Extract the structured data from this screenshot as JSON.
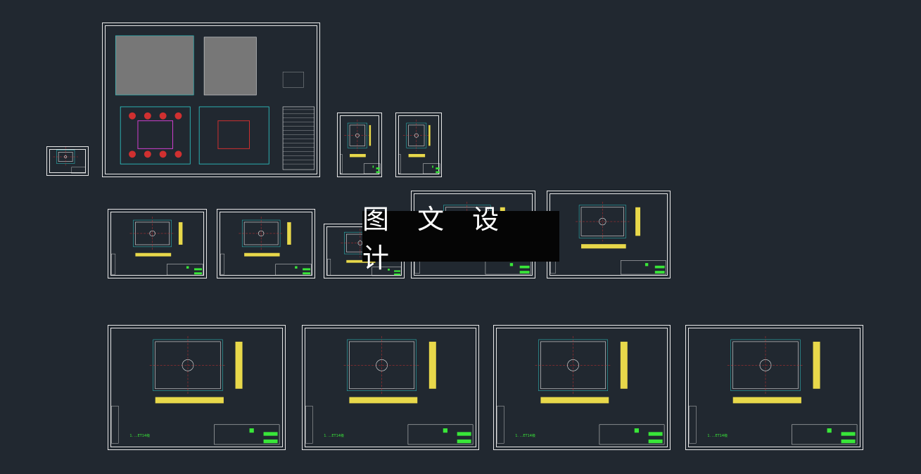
{
  "canvas": {
    "background": "#212830"
  },
  "watermark": {
    "text": "图 文 设 计"
  },
  "sheets": [
    {
      "id": "small-part-sheet"
    },
    {
      "id": "assembly-drawing"
    },
    {
      "id": "part-round"
    },
    {
      "id": "part-slider"
    },
    {
      "id": "part-5"
    },
    {
      "id": "part-6"
    },
    {
      "id": "part-7"
    },
    {
      "id": "part-8"
    },
    {
      "id": "part-9"
    },
    {
      "id": "plate-1",
      "note": "1. ...ET14级"
    },
    {
      "id": "plate-2",
      "note": "1. ...ET14级"
    },
    {
      "id": "plate-3",
      "note": "1. ...ET14级"
    },
    {
      "id": "plate-4",
      "note": "1. ...ET14级"
    }
  ],
  "colors": {
    "line": "#e8e8e8",
    "cyan": "#2fd0d0",
    "yellow": "#e8d84a",
    "green": "#39e639",
    "red": "#d03030",
    "magenta": "#d040d0"
  }
}
